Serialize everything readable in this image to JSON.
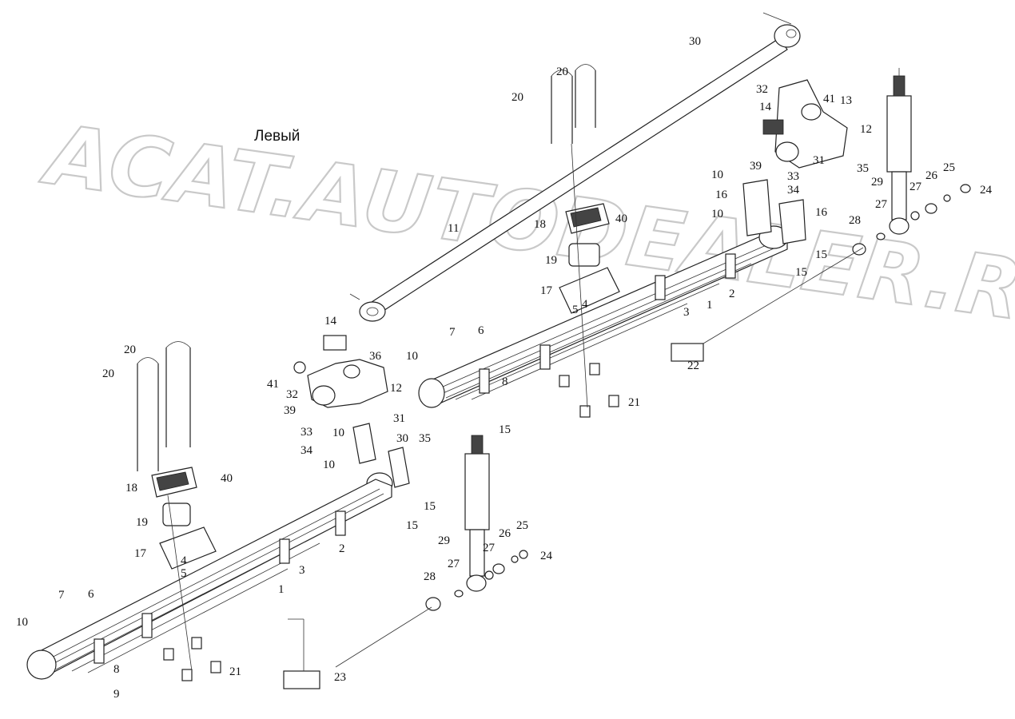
{
  "title": "Левый",
  "watermark": "ACAT.AUTODEALER.RU",
  "labels": [
    "1",
    "2",
    "3",
    "4",
    "5",
    "6",
    "7",
    "8",
    "9",
    "10",
    "11",
    "12",
    "13",
    "14",
    "15",
    "16",
    "17",
    "18",
    "19",
    "20",
    "21",
    "22",
    "23",
    "24",
    "25",
    "26",
    "27",
    "28",
    "29",
    "30",
    "31",
    "32",
    "33",
    "34",
    "35",
    "36",
    "39",
    "40",
    "41"
  ]
}
